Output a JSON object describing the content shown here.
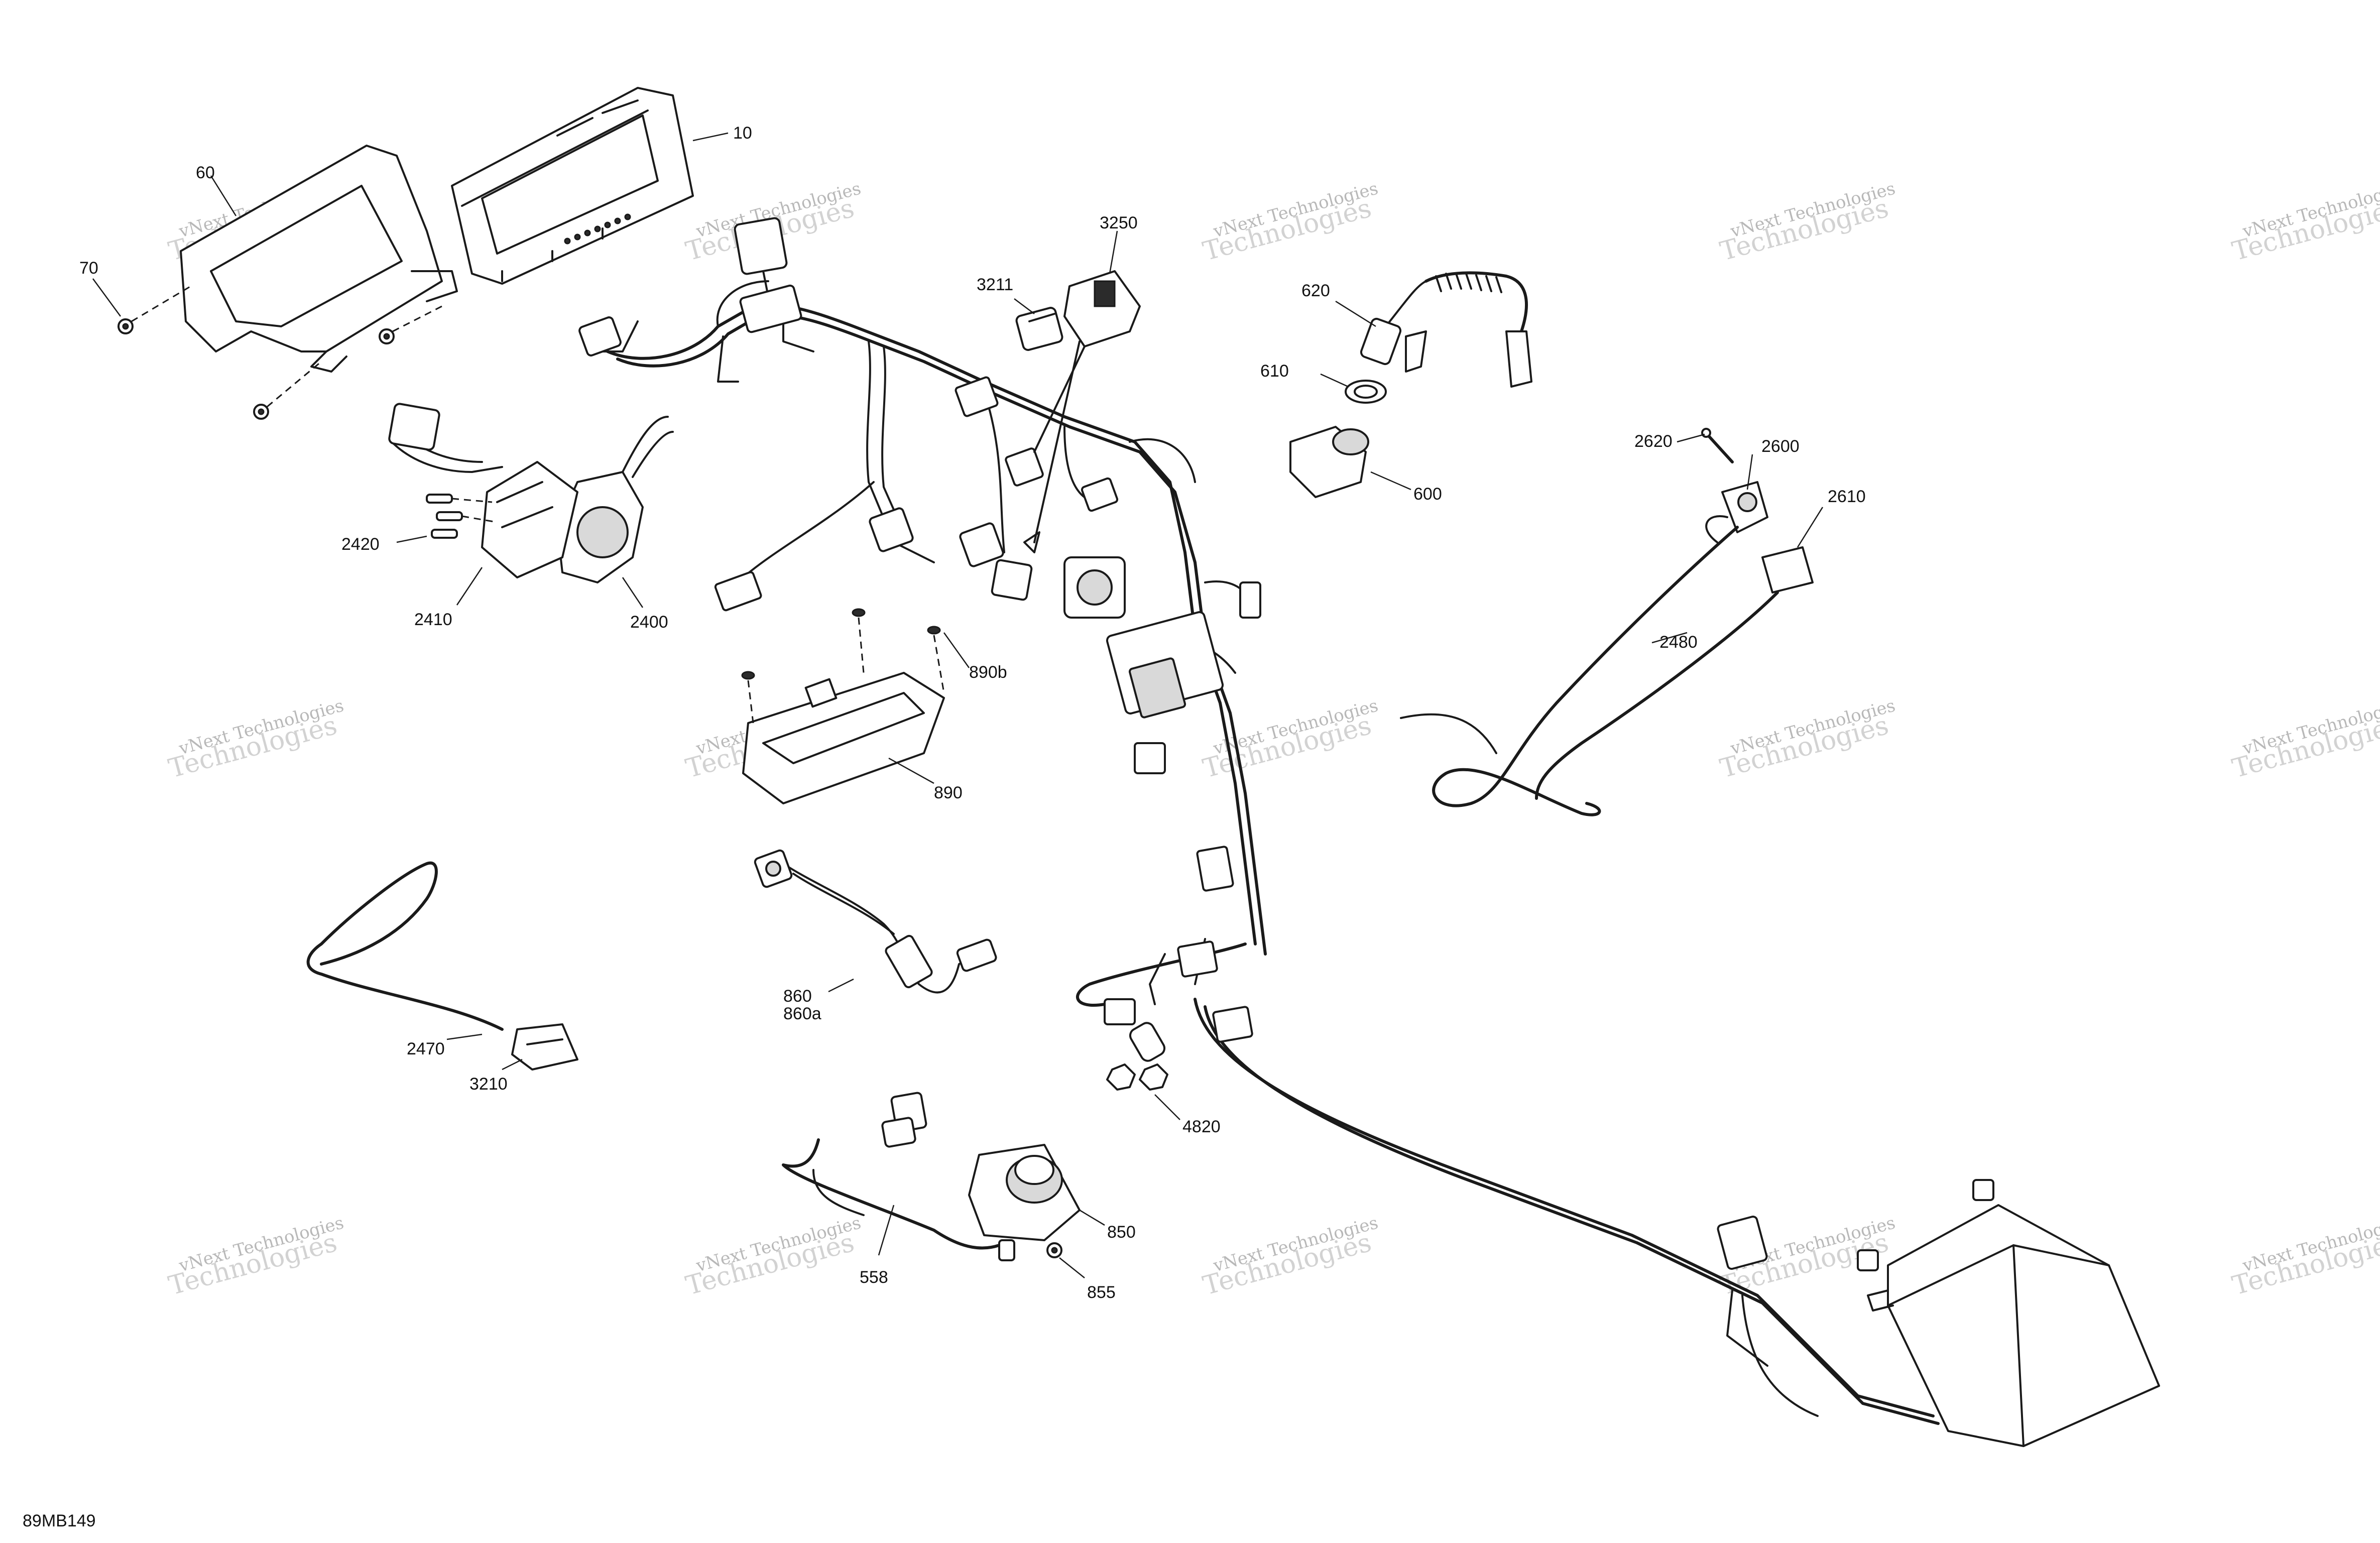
{
  "diagram": {
    "code": "89MB149",
    "watermark": {
      "line1": "vNext Technologies",
      "line2": "Technologies",
      "overlay": "vNext"
    },
    "callouts": {
      "c10": "10",
      "c60": "60",
      "c70": "70",
      "c600": "600",
      "c610": "610",
      "c620": "620",
      "c850": "850",
      "c855": "855",
      "c858": "558",
      "c860": "860",
      "c860a": "860a",
      "c890": "890",
      "c890b": "890b",
      "c2400": "2400",
      "c2410": "2410",
      "c2420": "2420",
      "c2470": "2470",
      "c2480": "2480",
      "c2600": "2600",
      "c2610": "2610",
      "c2620": "2620",
      "c3210": "3210",
      "c3211": "3211",
      "c3250": "3250",
      "c4820": "4820"
    }
  }
}
